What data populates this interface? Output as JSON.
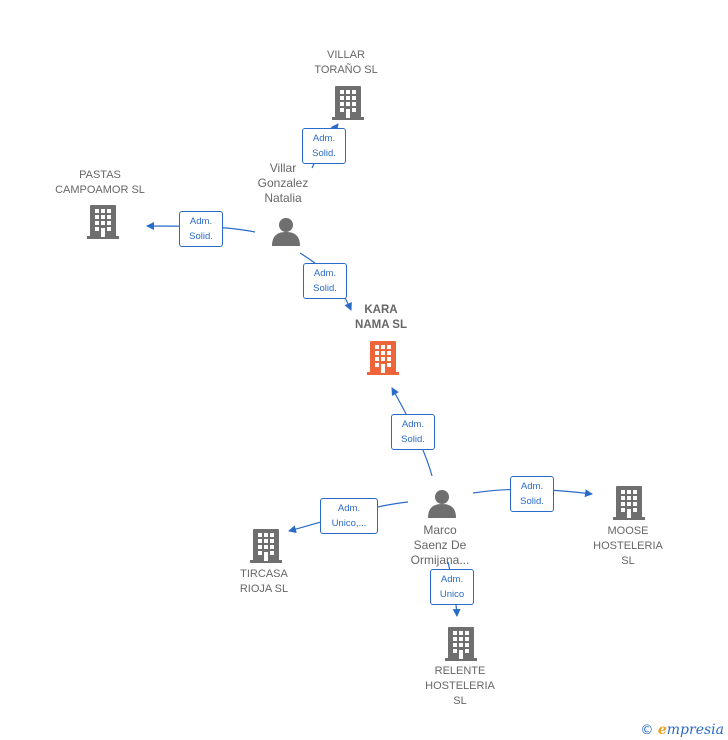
{
  "colors": {
    "edge": "#2a6ac9",
    "building": "#6f6f6f",
    "building_main": "#f0643a",
    "person": "#6f6f6f",
    "label": "#666666"
  },
  "nodes": {
    "villar_torano": {
      "label": "VILLAR\nTORAÑO SL",
      "icon": "building-icon"
    },
    "pastas": {
      "label": "PASTAS\nCAMPOAMOR SL",
      "icon": "building-icon"
    },
    "villar_gonzalez": {
      "label": "Villar\nGonzalez\nNatalia",
      "icon": "person-icon"
    },
    "kara": {
      "label": "KARA\nNAMA  SL",
      "icon": "building-icon"
    },
    "marco": {
      "label": "Marco\nSaenz De\nOrmijana...",
      "icon": "person-icon"
    },
    "moose": {
      "label": "MOOSE\nHOSTELERIA\nSL",
      "icon": "building-icon"
    },
    "tircasa": {
      "label": "TIRCASA\nRIOJA SL",
      "icon": "building-icon"
    },
    "relente": {
      "label": "RELENTE\nHOSTELERIA\nSL",
      "icon": "building-icon"
    }
  },
  "edges": {
    "e1": {
      "label": "Adm.\nSolid."
    },
    "e2": {
      "label": "Adm.\nSolid."
    },
    "e3": {
      "label": "Adm.\nSolid."
    },
    "e4": {
      "label": "Adm.\nSolid."
    },
    "e5": {
      "label": "Adm.\nSolid."
    },
    "e6": {
      "label": "Adm.\nUnico,..."
    },
    "e7": {
      "label": "Adm.\nUnico"
    }
  },
  "footer": {
    "copyright": "©",
    "brand_first": "e",
    "brand_rest": "mpresia"
  }
}
